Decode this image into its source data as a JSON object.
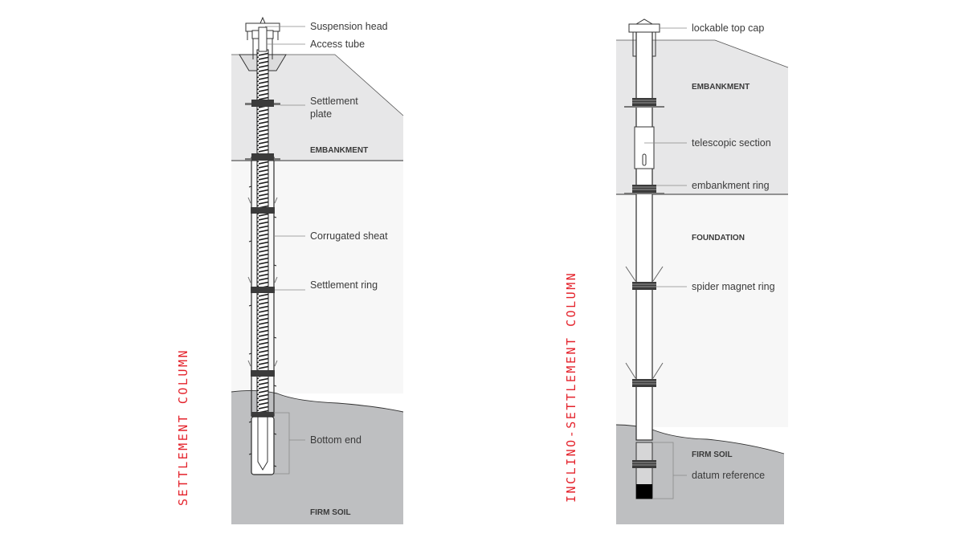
{
  "diagrams": [
    {
      "id": "settlement",
      "title": "SETTLEMENT COLUMN",
      "zones": [
        "EMBANKMENT",
        "FIRM SOIL"
      ],
      "callouts": [
        "Suspension head",
        "Access tube",
        "Settlement",
        "plate",
        "Corrugated sheat",
        "Settlement ring",
        "Bottom end"
      ]
    },
    {
      "id": "inclino",
      "title": "INCLINO-SETTLEMENT COLUMN",
      "zones": [
        "EMBANKMENT",
        "FOUNDATION",
        "FIRM SOIL"
      ],
      "callouts": [
        "lockable top cap",
        "telescopic section",
        "embankment ring",
        "spider magnet ring",
        "datum reference"
      ]
    }
  ],
  "colors": {
    "title": "#e4222b",
    "embankment": "#e7e7e8",
    "foundation": "#f7f7f7",
    "firm_soil": "#bebfc1",
    "line": "#2a2a2a"
  }
}
